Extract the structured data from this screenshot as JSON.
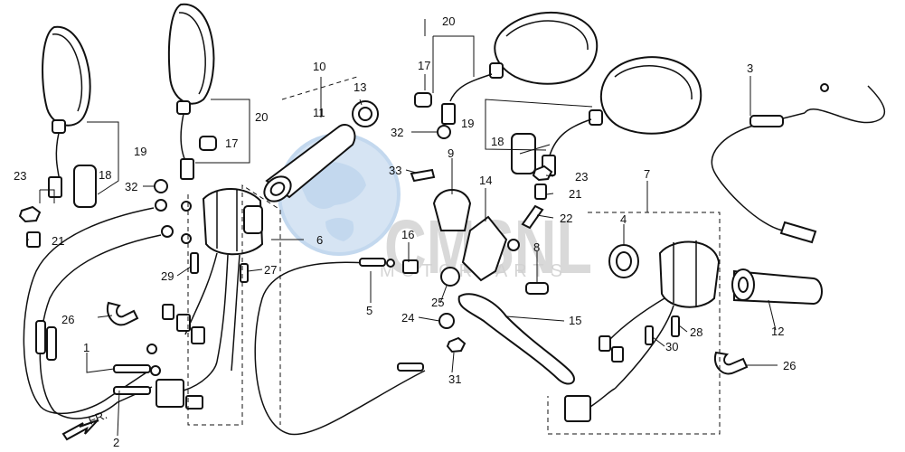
{
  "watermark": {
    "brand": "CMSNL",
    "tagline": "MOTORPARTS",
    "colors": {
      "globe": "#cfe0f2",
      "globe_dark": "#b9d2ec",
      "text": "#c9c9c9"
    }
  },
  "direction_arrow": {
    "label": "FR."
  },
  "callouts": [
    {
      "id": "c1",
      "text": "1"
    },
    {
      "id": "c2",
      "text": "2"
    },
    {
      "id": "c3",
      "text": "3"
    },
    {
      "id": "c4",
      "text": "4"
    },
    {
      "id": "c5",
      "text": "5"
    },
    {
      "id": "c6",
      "text": "6"
    },
    {
      "id": "c7",
      "text": "7"
    },
    {
      "id": "c8",
      "text": "8"
    },
    {
      "id": "c9",
      "text": "9"
    },
    {
      "id": "c10",
      "text": "10"
    },
    {
      "id": "c11",
      "text": "11"
    },
    {
      "id": "c12",
      "text": "12"
    },
    {
      "id": "c13",
      "text": "13"
    },
    {
      "id": "c14",
      "text": "14"
    },
    {
      "id": "c15",
      "text": "15"
    },
    {
      "id": "c16",
      "text": "16"
    },
    {
      "id": "c17a",
      "text": "17"
    },
    {
      "id": "c17b",
      "text": "17"
    },
    {
      "id": "c18a",
      "text": "18"
    },
    {
      "id": "c18b",
      "text": "18"
    },
    {
      "id": "c19a",
      "text": "19"
    },
    {
      "id": "c19b",
      "text": "19"
    },
    {
      "id": "c20a",
      "text": "20"
    },
    {
      "id": "c20b",
      "text": "20"
    },
    {
      "id": "c21a",
      "text": "21"
    },
    {
      "id": "c21b",
      "text": "21"
    },
    {
      "id": "c22",
      "text": "22"
    },
    {
      "id": "c23a",
      "text": "23"
    },
    {
      "id": "c23b",
      "text": "23"
    },
    {
      "id": "c24",
      "text": "24"
    },
    {
      "id": "c25",
      "text": "25"
    },
    {
      "id": "c26a",
      "text": "26"
    },
    {
      "id": "c26b",
      "text": "26"
    },
    {
      "id": "c27",
      "text": "27"
    },
    {
      "id": "c28",
      "text": "28"
    },
    {
      "id": "c29",
      "text": "29"
    },
    {
      "id": "c30",
      "text": "30"
    },
    {
      "id": "c31",
      "text": "31"
    },
    {
      "id": "c32a",
      "text": "32"
    },
    {
      "id": "c32b",
      "text": "32"
    },
    {
      "id": "c33",
      "text": "33"
    }
  ]
}
